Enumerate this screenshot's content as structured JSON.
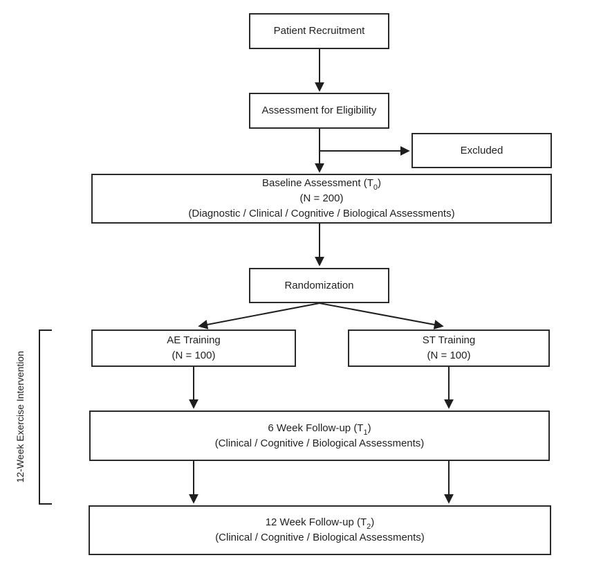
{
  "page": {
    "background": "#ffffff",
    "line_color": "#1f1f1f",
    "box_border_color": "#2a2a2a"
  },
  "bracket": {
    "label": "12-Week Exercise Intervention"
  },
  "boxes": {
    "patient_recruitment": {
      "label": "Patient Recruitment"
    },
    "eligibility": {
      "label": "Assessment for Eligibility"
    },
    "excluded": {
      "label": "Excluded"
    },
    "baseline": {
      "line1_pre": "Baseline Assessment (T",
      "line1_sub": "0",
      "line1_post": ")",
      "line2": "(N = 200)",
      "line3": "(Diagnostic / Clinical / Cognitive / Biological Assessments)"
    },
    "randomization": {
      "label": "Randomization"
    },
    "ae_training": {
      "line1": "AE Training",
      "line2": "(N = 100)"
    },
    "st_training": {
      "line1": "ST Training",
      "line2": "(N = 100)"
    },
    "week6_followup": {
      "line1_pre": "6 Week Follow-up (T",
      "line1_sub": "1",
      "line1_post": ")",
      "line2": "(Clinical / Cognitive / Biological Assessments)"
    },
    "week12_followup": {
      "line1_pre": "12 Week Follow-up (T",
      "line1_sub": "2",
      "line1_post": ")",
      "line2": "(Clinical / Cognitive / Biological Assessments)"
    }
  }
}
